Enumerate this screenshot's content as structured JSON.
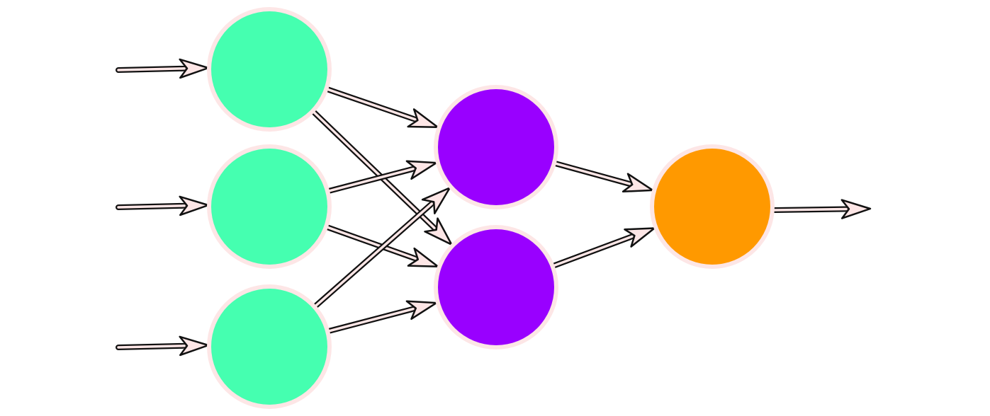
{
  "diagram": {
    "type": "neural-network",
    "layers": [
      {
        "name": "input",
        "node_count": 3,
        "color": "#45ffb0"
      },
      {
        "name": "hidden",
        "node_count": 2,
        "color": "#9900ff"
      },
      {
        "name": "output",
        "node_count": 1,
        "color": "#ff9900"
      }
    ],
    "arrow_fill": "#fde6e6",
    "arrow_stroke": "#111111",
    "node_ring": "#fde6e6",
    "connections": [
      {
        "from": "input",
        "to": "input-0"
      },
      {
        "from": "input",
        "to": "input-1"
      },
      {
        "from": "input",
        "to": "input-2"
      },
      {
        "from": "input-0",
        "to": "hidden-0"
      },
      {
        "from": "input-0",
        "to": "hidden-1"
      },
      {
        "from": "input-1",
        "to": "hidden-0"
      },
      {
        "from": "input-1",
        "to": "hidden-1"
      },
      {
        "from": "input-2",
        "to": "hidden-0"
      },
      {
        "from": "input-2",
        "to": "hidden-1"
      },
      {
        "from": "hidden-0",
        "to": "output-0"
      },
      {
        "from": "hidden-1",
        "to": "output-0"
      },
      {
        "from": "output-0",
        "to": "output"
      }
    ]
  }
}
